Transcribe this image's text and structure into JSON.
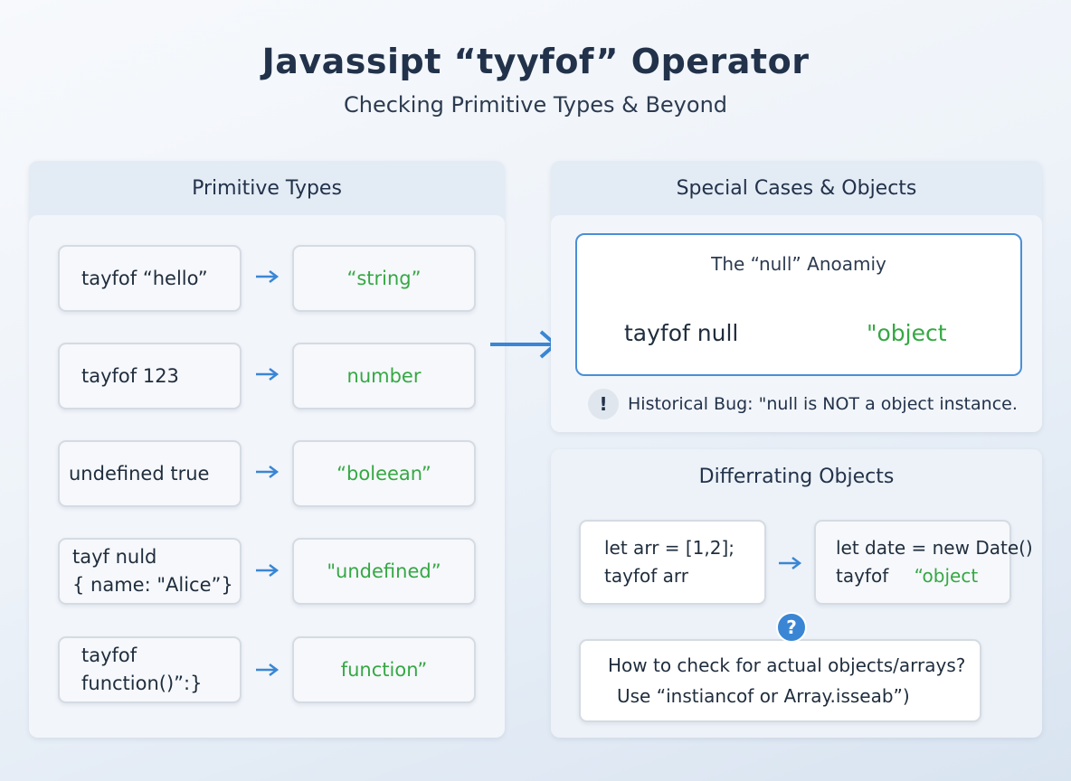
{
  "header": {
    "title": "Javassipt “tyyfof” Operator",
    "subtitle": "Checking Primitive Types & Beyond"
  },
  "left_panel": {
    "heading": "Primitive Types",
    "rows": [
      {
        "expression": [
          "tayfof “hello”"
        ],
        "result": "“string”"
      },
      {
        "expression": [
          "tayfof 123"
        ],
        "result": "number"
      },
      {
        "expression": [
          "undefined true"
        ],
        "result": "“boleean”"
      },
      {
        "expression": [
          "tayf nuld",
          "{ name: \"Alice”}"
        ],
        "result": "\"undefined”"
      },
      {
        "expression": [
          "tayfof",
          "function()”:}"
        ],
        "result": "function”"
      }
    ]
  },
  "right_panel": {
    "heading": "Special Cases & Objects",
    "null_card": {
      "title": "The “null” Anoamiy",
      "expression": "tayfof null",
      "result": "\"object"
    },
    "warning": {
      "icon": "!",
      "text": "Historical Bug: \"null is NOT a object instance."
    }
  },
  "objects_panel": {
    "heading": "Differrating Objects",
    "left_card": [
      "let arr = [1,2];",
      "tayfof arr"
    ],
    "right_card": {
      "line1": "let date = new Date()",
      "keyword": "tayfof",
      "result": "“object"
    },
    "help_icon": "?",
    "help": {
      "line1": "How to check for actual objects/arrays?",
      "line2": "Use “instiancof or Array.isseab”)"
    }
  },
  "colors": {
    "accent_blue": "#3a86d4",
    "result_green": "#35a844",
    "title_navy": "#22324a"
  }
}
